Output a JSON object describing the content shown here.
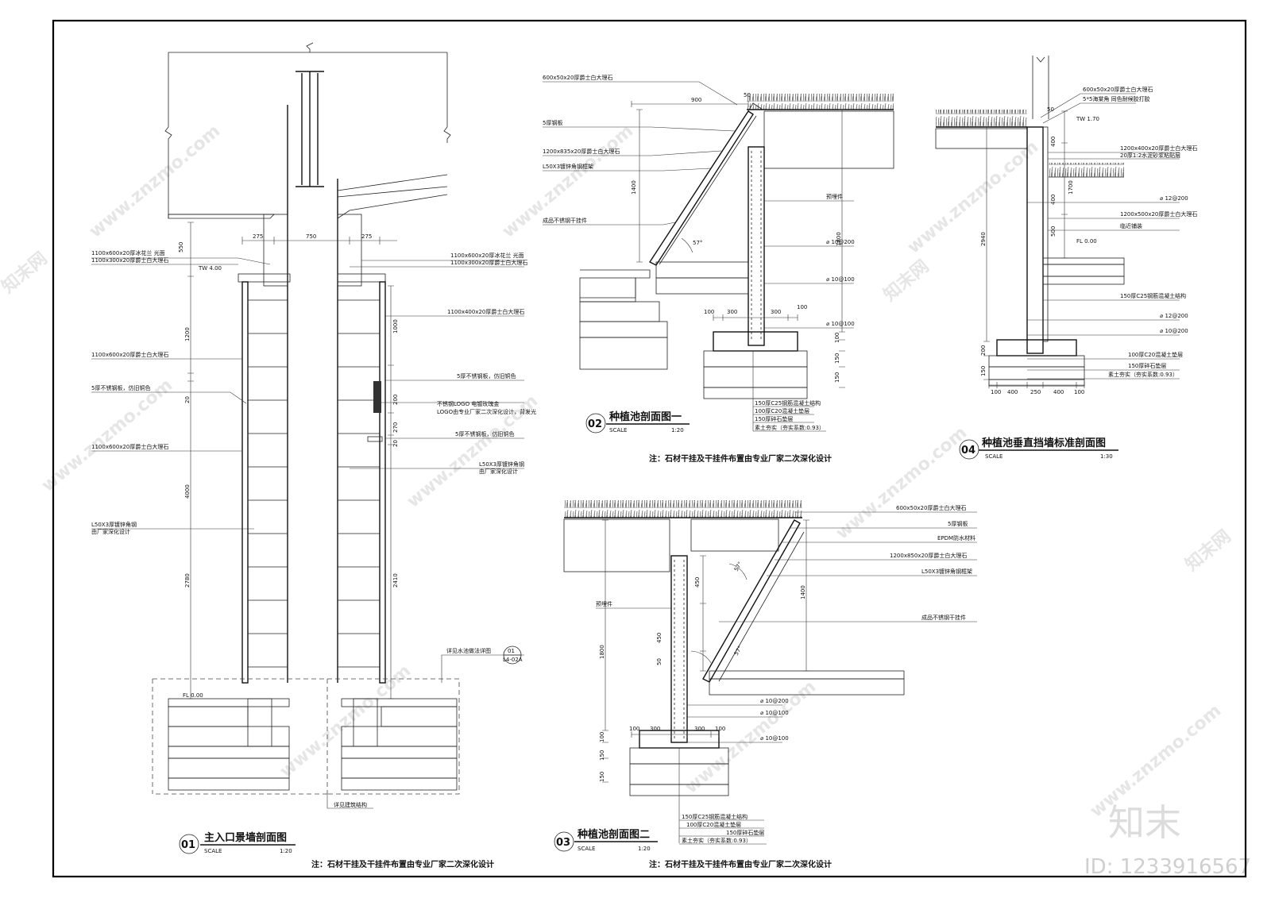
{
  "watermark": {
    "url": "www.znzmo.com",
    "brand": "知末网",
    "logo": "知末",
    "id": "ID: 1233916567"
  },
  "details": [
    {
      "number": "01",
      "title": "主入口景墙剖面图",
      "scale_label": "SCALE",
      "scale_value": "1:20"
    },
    {
      "number": "02",
      "title": "种植池剖面图一",
      "scale_label": "SCALE",
      "scale_value": "1:20"
    },
    {
      "number": "03",
      "title": "种植池剖面图二",
      "scale_label": "SCALE",
      "scale_value": "1:20"
    },
    {
      "number": "04",
      "title": "种植池垂直挡墙标准剖面图",
      "scale_label": "SCALE",
      "scale_value": "1:30"
    }
  ],
  "notes": {
    "n01": "注：石材干挂及干挂件布置由专业厂家二次深化设计",
    "n02": "注：石材干挂及干挂件布置由专业厂家二次深化设计",
    "n03": "注：石材干挂及干挂件布置由专业厂家二次深化设计"
  },
  "d01": {
    "dims": {
      "w1": "275",
      "w2": "750",
      "w3": "275",
      "h550": "550",
      "h1200": "1200",
      "h20a": "20",
      "h4000": "4000",
      "h2780": "2780",
      "h1000": "1000",
      "h200": "200",
      "h270": "270",
      "h20b": "20",
      "h2410": "2410"
    },
    "levels": {
      "tw": "TW 4.00",
      "fl": "FL 0.00"
    },
    "left_labels": [
      "1100x600x20厚冰花兰 光面",
      "1100x300x20厚爵士白大理石",
      "1100x600x20厚爵士白大理石",
      "5厚不锈钢板，仿旧铜色",
      "1100x600x20厚爵士白大理石",
      "L50X3厚镀锌角钢",
      "由厂家深化设计"
    ],
    "right_labels": [
      "1100x600x20厚冰花兰 光面",
      "1100x300x20厚爵士白大理石",
      "1100x400x20厚爵士白大理石",
      "5厚不锈钢板，仿旧铜色",
      "不锈钢LOGO 电镀玫瑰金",
      "LOGO由专业厂家二次深化设计，背发光",
      "5厚不锈钢板，仿旧铜色",
      "L50X3厚镀锌角钢",
      "由厂家深化设计"
    ],
    "ref_note": "详见水池做法详图",
    "ref_num": "01",
    "ref_sheet": "L4-02A",
    "bottom_note": "详见建筑结构"
  },
  "d02": {
    "labels_left": [
      "600x50x20厚爵士白大理石",
      "5厚钢板",
      "1200x835x20厚爵士白大理石",
      "L50X3镀锌角钢框架",
      "成品不锈钢干挂件"
    ],
    "labels_right": [
      "预埋件",
      "⌀ 10@200",
      "⌀ 10@100",
      "⌀ 10@100"
    ],
    "layers": [
      "150厚C25钢筋混凝土结构",
      "100厚C20混凝土垫层",
      "150厚碎石垫层",
      "素土夯实（夯实系数:0.93）"
    ],
    "dims": {
      "d900": "900",
      "d50": "50",
      "d1400": "1400",
      "d1800": "1800",
      "d100a": "100",
      "d300a": "300",
      "d300b": "300",
      "d100b": "100",
      "d100v": "100",
      "d150a": "150",
      "d150b": "150",
      "ang": "57°"
    }
  },
  "d03": {
    "labels_right": [
      "600x50x20厚爵士白大理石",
      "5厚钢板",
      "EPDM防水材料",
      "1200x850x20厚爵士白大理石",
      "L50X3镀锌角钢框架",
      "成品不锈钢干挂件"
    ],
    "label_left": "预埋件",
    "rebar": [
      "⌀ 10@200",
      "⌀ 10@100",
      "⌀ 10@100"
    ],
    "layers": [
      "150厚C25钢筋混凝土结构",
      "100厚C20混凝土垫层",
      "150厚碎石垫层",
      "素土夯实（夯实系数:0.93）"
    ],
    "dims": {
      "d450a": "450",
      "d450b": "450",
      "d50": "50",
      "d1800": "1800",
      "d1400": "1400",
      "d100a": "100",
      "d300a": "300",
      "d300b": "300",
      "d100b": "100",
      "d100v": "100",
      "d150a": "150",
      "d150b": "150",
      "ang1": "57°",
      "ang2": "57°"
    }
  },
  "d04": {
    "labels": [
      "600x50x20厚爵士白大理石",
      "5*5海棠角 同色耐候胶打胶",
      "1200x400x20厚爵士白大理石",
      "20厚1:2水泥砂浆粘贴层",
      "⌀ 12@200",
      "1200x500x20厚爵士白大理石",
      "临近铺装",
      "150厚C25钢筋混凝土结构",
      "⌀ 12@200",
      "⌀ 10@200",
      "100厚C20混凝土垫层",
      "150厚碎石垫层",
      "素土夯实（夯实系数:0.93）"
    ],
    "levels": {
      "tw": "TW 1.70",
      "fl": "FL 0.00"
    },
    "dims": {
      "d50": "50",
      "d400a": "400",
      "d1700": "1700",
      "d400b": "400",
      "d500": "500",
      "d2940": "2940",
      "d200": "200",
      "d150": "150",
      "d100a": "100",
      "d400c": "400",
      "d250": "250",
      "d400d": "400",
      "d100b": "100"
    }
  }
}
